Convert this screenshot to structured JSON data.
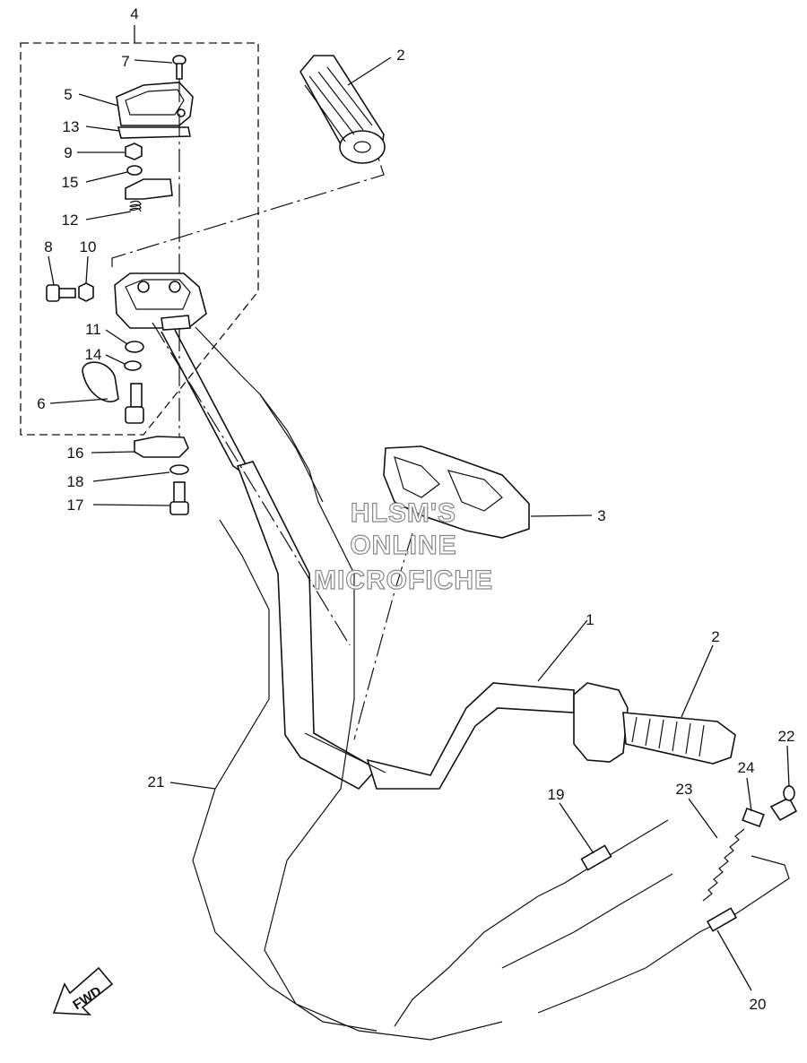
{
  "diagram": {
    "callouts": {
      "p1": "1",
      "p2a": "2",
      "p2b": "2",
      "p3": "3",
      "p4": "4",
      "p5": "5",
      "p6": "6",
      "p7": "7",
      "p8": "8",
      "p9": "9",
      "p10": "10",
      "p11": "11",
      "p12": "12",
      "p13": "13",
      "p14": "14",
      "p15": "15",
      "p16": "16",
      "p17": "17",
      "p18": "18",
      "p19": "19",
      "p20": "20",
      "p21": "21",
      "p22": "22",
      "p23": "23",
      "p24": "24"
    },
    "watermark": {
      "line1": "HLSM'S",
      "line2": "ONLINE",
      "line3": "MICROFICHE"
    },
    "direction_label": "FWD"
  }
}
